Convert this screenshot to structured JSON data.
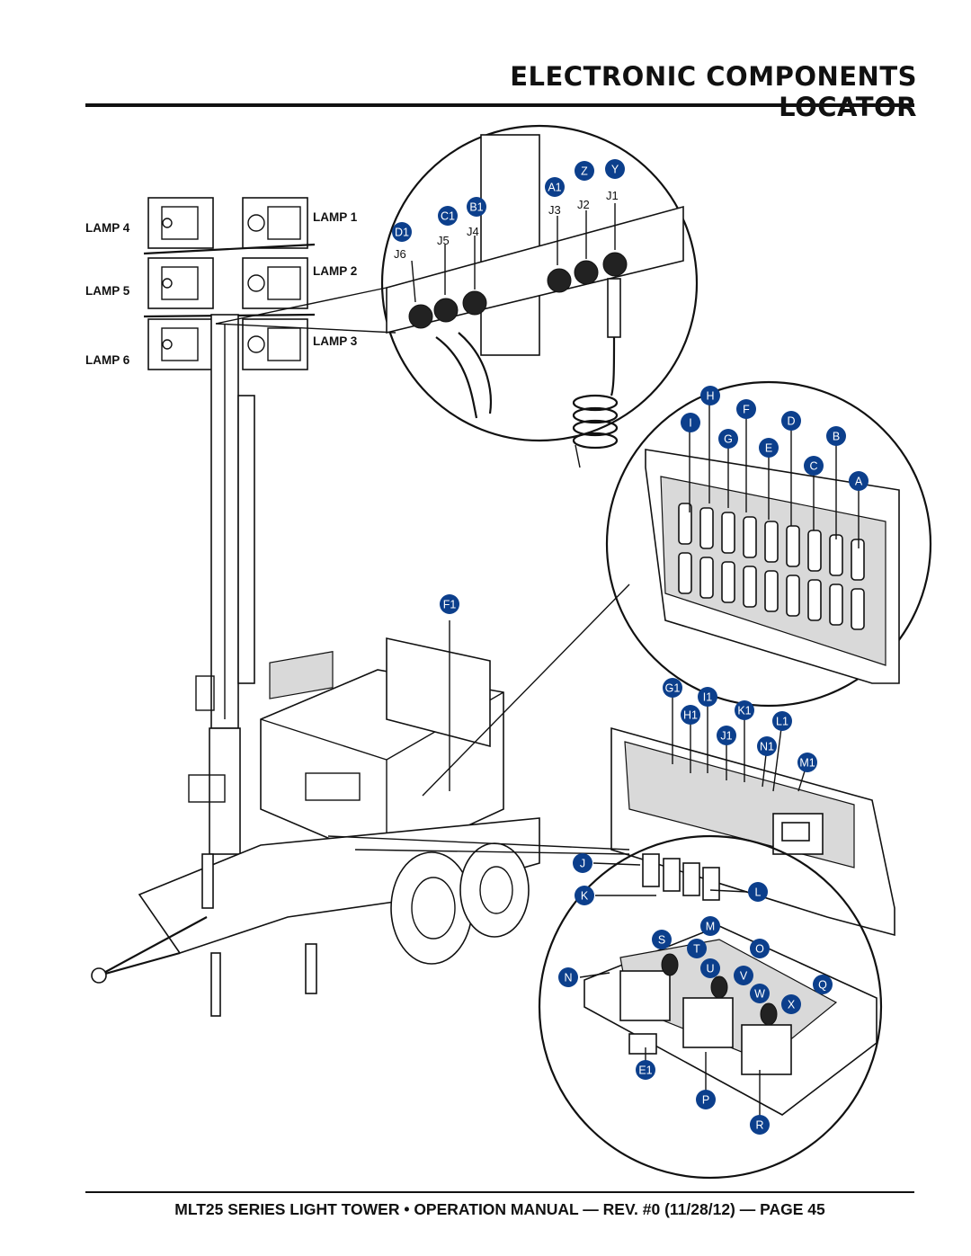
{
  "header": {
    "title": "ELECTRONIC COMPONENTS LOCATOR"
  },
  "footer": {
    "text": "MLT25 SERIES LIGHT TOWER • OPERATION MANUAL — REV. #0 (11/28/12) — PAGE 45"
  },
  "lamps": [
    "LAMP 1",
    "LAMP 2",
    "LAMP 3",
    "LAMP 4",
    "LAMP 5",
    "LAMP 6"
  ],
  "connector_labels": [
    "J1",
    "J2",
    "J3",
    "J4",
    "J5",
    "J6"
  ],
  "callouts": {
    "connectors": [
      "A1",
      "Z",
      "Y",
      "C1",
      "B1",
      "D1"
    ],
    "fuse_box": [
      "H",
      "F",
      "I",
      "D",
      "G",
      "B",
      "E",
      "C",
      "A"
    ],
    "enclosure": [
      "F1"
    ],
    "control_panel": [
      "G1",
      "I1",
      "K1",
      "H1",
      "L1",
      "J1",
      "N1",
      "M1"
    ],
    "relays": [
      "J",
      "K",
      "L"
    ],
    "ballast_tray": [
      "M",
      "S",
      "T",
      "O",
      "N",
      "U",
      "V",
      "Q",
      "W",
      "X",
      "E1",
      "P",
      "R"
    ]
  },
  "colors": {
    "callout_fill": "#0c3f8c",
    "callout_text": "#ffffff"
  }
}
